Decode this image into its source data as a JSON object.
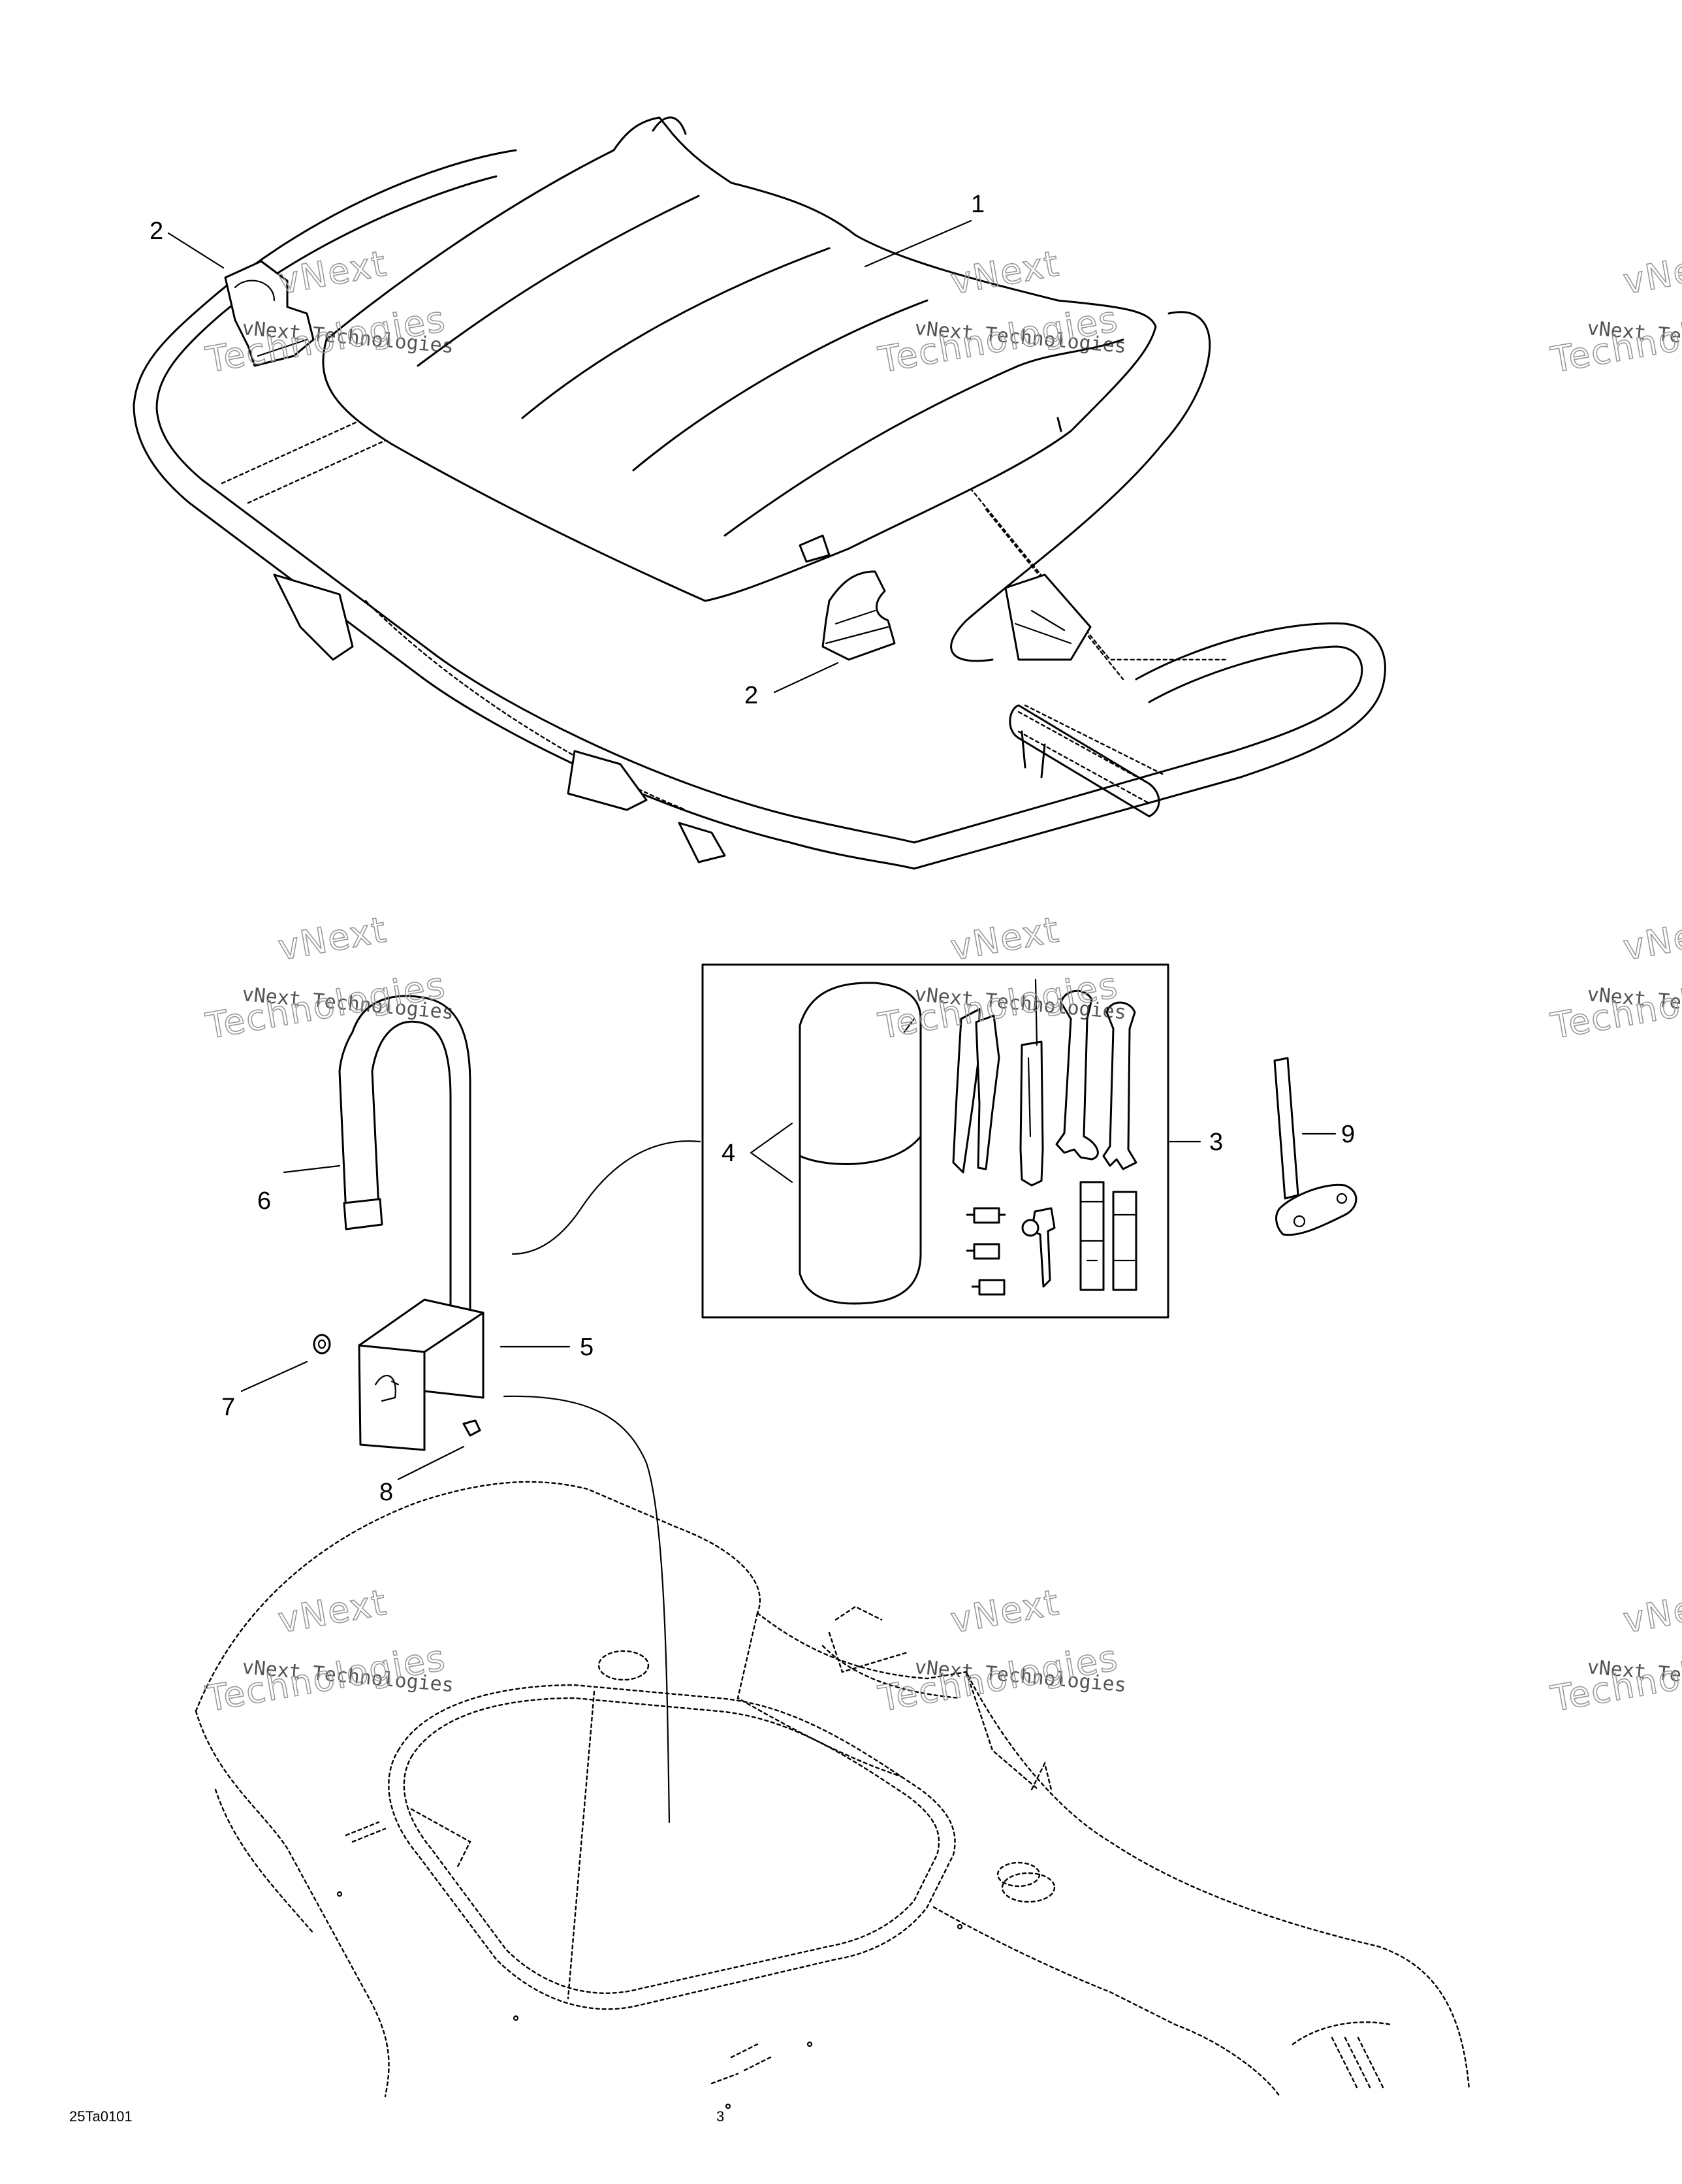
{
  "callouts": {
    "c1": "1",
    "c2a": "2",
    "c2b": "2",
    "c3": "3",
    "c4": "4",
    "c5": "5",
    "c6": "6",
    "c7": "7",
    "c8": "8",
    "c9": "9"
  },
  "figure_code": "25Ta0101",
  "watermark": {
    "line1": "vNext",
    "line2": "vNext Technologies",
    "line3": "Technologies"
  },
  "watermark_cut": {
    "line2": "vNext Techno",
    "line3": "Technolo"
  },
  "icons": {
    "seat": "seat-cushion-icon",
    "frame": "seat-frame-rack-icon",
    "toolbag": "tool-bag-icon",
    "tools": "tool-kit-icon",
    "strap": "retaining-strap-icon",
    "holder": "tool-holder-bracket-icon",
    "hood": "storage-compartment-icon",
    "wrench": "spark-plug-wrench-icon"
  }
}
